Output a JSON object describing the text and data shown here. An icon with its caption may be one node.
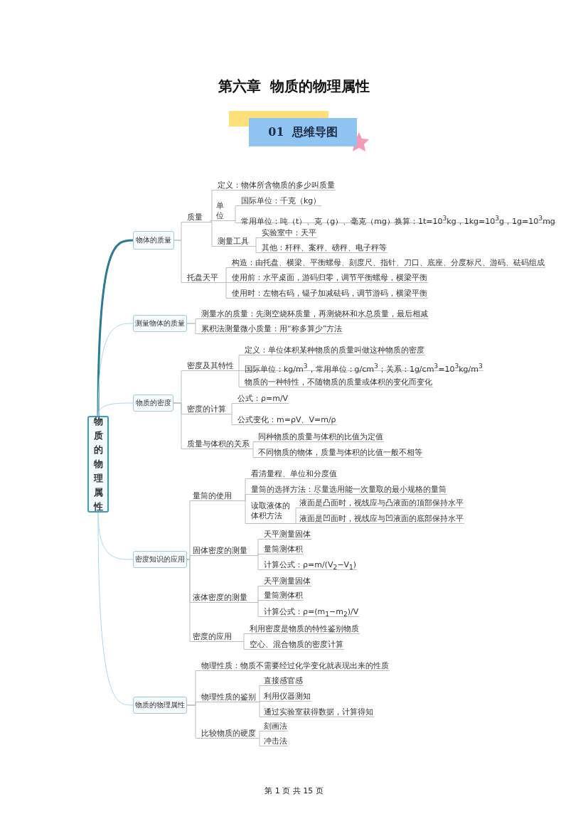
{
  "diagram": {
    "title": "第六章  物质的物理属性",
    "nodes": [
      {
        "text": [
          "01  思维导图"
        ]
      },
      {
        "text": [
          "物质的物理属性"
        ]
      },
      {
        "text": [
          "物体的质量"
        ]
      },
      {
        "text": [
          "质量"
        ]
      },
      {
        "text": [
          "定义：物体所含物质的多少叫质量"
        ]
      },
      {
        "text": [
          "单位"
        ]
      },
      {
        "text": [
          "国际单位：千克（kg）"
        ]
      },
      {
        "text": [
          "常用单位：吨（t）、克（g）、毫克（mg）换算：1t=10$^{3}$kg，1kg=10$^{3}$g，1g=10$^{3}$mg"
        ]
      },
      {
        "text": [
          "测量工具"
        ]
      },
      {
        "text": [
          "实验室中：天平"
        ]
      },
      {
        "text": [
          "其他：杆秤、案秤、磅秤、电子秤等"
        ]
      },
      {
        "text": [
          "托盘天平"
        ]
      },
      {
        "text": [
          "构造：由托盘、横梁、平衡螺母、刻度尺、指针、刀口、底座、分度标尺、游码、砝码组成"
        ]
      },
      {
        "text": [
          "使用前：水平桌面，游码归零，调节平衡螺母，横梁平衡"
        ]
      },
      {
        "text": [
          "使用时：左物右码，镊子加减砝码，调节游码，横梁平衡"
        ]
      },
      {
        "text": [
          "测量物体的质量"
        ]
      },
      {
        "text": [
          "测量水的质量：先测空烧杯质量，再测烧杯和水总质量，最后相减"
        ]
      },
      {
        "text": [
          "累积法测量微小质量：用“称多算少”方法"
        ]
      },
      {
        "text": [
          "物质的密度"
        ]
      },
      {
        "text": [
          "密度及其特性"
        ]
      },
      {
        "text": [
          "定义：单位体积某种物质的质量叫做这种物质的密度"
        ]
      },
      {
        "text": [
          "国际单位：kg/m$^{3}$，常用单位：g/cm$^{3}$；关系：1g/cm$^{3}$=10$^{3}$kg/m$^{3}$"
        ]
      },
      {
        "text": [
          "物质的一种特性，不随物质的质量或体积的变化而变化"
        ]
      },
      {
        "text": [
          "密度的计算"
        ]
      },
      {
        "text": [
          "公式：ρ=m/V"
        ]
      },
      {
        "text": [
          "公式变化：m=ρV、V=m/ρ"
        ]
      },
      {
        "text": [
          "质量与体积的关系"
        ]
      },
      {
        "text": [
          "同种物质的质量与体积的比值为定值"
        ]
      },
      {
        "text": [
          "不同物质的物体，质量与体积的比值一般不相等"
        ]
      },
      {
        "text": [
          "密度知识的应用"
        ]
      },
      {
        "text": [
          "量筒的使用"
        ]
      },
      {
        "text": [
          "看清量程、单位和分度值"
        ]
      },
      {
        "text": [
          "量筒的选择方法：尽量选用能一次量取的最小规格的量筒"
        ]
      },
      {
        "text": [
          "读取液体的体积方法"
        ]
      },
      {
        "text": [
          "液面是凸面时，视线应与凸液面的顶部保持水平"
        ]
      },
      {
        "text": [
          "液面是凹面时，视线应与凹液面的底部保持水平"
        ]
      },
      {
        "text": [
          "固体密度的测量"
        ]
      },
      {
        "text": [
          "天平测量固体"
        ]
      },
      {
        "text": [
          "量筒测体积"
        ]
      },
      {
        "text": [
          "计算公式：ρ=m/(V$_{2}$−V$_{1}$)"
        ]
      },
      {
        "text": [
          "液体密度的测量"
        ]
      },
      {
        "text": [
          "天平测量固体"
        ]
      },
      {
        "text": [
          "量筒测体积"
        ]
      },
      {
        "text": [
          "计算公式：ρ=(m$_{1}$−m$_{2}$)/V"
        ]
      },
      {
        "text": [
          "密度的应用"
        ]
      },
      {
        "text": [
          "利用密度是物质的特性鉴别物质"
        ]
      },
      {
        "text": [
          "空心、混合物质的密度计算"
        ]
      },
      {
        "text": [
          "物质的物理属性"
        ]
      },
      {
        "text": [
          "物理性质：物质不需要经过化学变化就表现出来的性质"
        ]
      },
      {
        "text": [
          "物理性质的鉴别"
        ]
      },
      {
        "text": [
          "直接感官感"
        ]
      },
      {
        "text": [
          "利用仪器测知"
        ]
      },
      {
        "text": [
          "通过实验室获得数据，计算得知"
        ]
      },
      {
        "text": [
          "比较物质的硬度"
        ]
      },
      {
        "text": [
          "刻画法"
        ]
      },
      {
        "text": [
          "冲击法"
        ]
      }
    ],
    "edges": [
      {
        "from": 1,
        "to": 2,
        "arrow": "none",
        "style": "thick",
        "color": "#2b7a99"
      },
      {
        "from": 2,
        "to": 3,
        "arrow": "none"
      },
      {
        "from": 3,
        "to": 4,
        "arrow": "none"
      },
      {
        "from": 3,
        "to": 5,
        "arrow": "none"
      },
      {
        "from": 5,
        "to": 6,
        "arrow": "none"
      },
      {
        "from": 5,
        "to": 7,
        "arrow": "none"
      },
      {
        "from": 3,
        "to": 8,
        "arrow": "none"
      },
      {
        "from": 8,
        "to": 9,
        "arrow": "none"
      },
      {
        "from": 8,
        "to": 10,
        "arrow": "none"
      },
      {
        "from": 2,
        "to": 11,
        "arrow": "none"
      },
      {
        "from": 11,
        "to": 12,
        "arrow": "none"
      },
      {
        "from": 11,
        "to": 13,
        "arrow": "none"
      },
      {
        "from": 11,
        "to": 14,
        "arrow": "none"
      },
      {
        "from": 1,
        "to": 15,
        "arrow": "none",
        "color": "#a9d8f0"
      },
      {
        "from": 15,
        "to": 16,
        "arrow": "none"
      },
      {
        "from": 15,
        "to": 17,
        "arrow": "none"
      },
      {
        "from": 1,
        "to": 18,
        "arrow": "none",
        "color": "#a9d8f0"
      },
      {
        "from": 18,
        "to": 19,
        "arrow": "none"
      },
      {
        "from": 19,
        "to": 20,
        "arrow": "none"
      },
      {
        "from": 19,
        "to": 21,
        "arrow": "none"
      },
      {
        "from": 19,
        "to": 22,
        "arrow": "none"
      },
      {
        "from": 18,
        "to": 23,
        "arrow": "none"
      },
      {
        "from": 23,
        "to": 24,
        "arrow": "none"
      },
      {
        "from": 23,
        "to": 25,
        "arrow": "none"
      },
      {
        "from": 18,
        "to": 26,
        "arrow": "none"
      },
      {
        "from": 26,
        "to": 27,
        "arrow": "none"
      },
      {
        "from": 26,
        "to": 28,
        "arrow": "none"
      },
      {
        "from": 1,
        "to": 29,
        "arrow": "none",
        "color": "#a9d8f0"
      },
      {
        "from": 29,
        "to": 30,
        "arrow": "none"
      },
      {
        "from": 30,
        "to": 31,
        "arrow": "none"
      },
      {
        "from": 30,
        "to": 32,
        "arrow": "none"
      },
      {
        "from": 30,
        "to": 33,
        "arrow": "none"
      },
      {
        "from": 33,
        "to": 34,
        "arrow": "none"
      },
      {
        "from": 33,
        "to": 35,
        "arrow": "none"
      },
      {
        "from": 29,
        "to": 36,
        "arrow": "none"
      },
      {
        "from": 36,
        "to": 37,
        "arrow": "none"
      },
      {
        "from": 36,
        "to": 38,
        "arrow": "none"
      },
      {
        "from": 36,
        "to": 39,
        "arrow": "none"
      },
      {
        "from": 29,
        "to": 40,
        "arrow": "none"
      },
      {
        "from": 40,
        "to": 41,
        "arrow": "none"
      },
      {
        "from": 40,
        "to": 42,
        "arrow": "none"
      },
      {
        "from": 40,
        "to": 43,
        "arrow": "none"
      },
      {
        "from": 29,
        "to": 44,
        "arrow": "none"
      },
      {
        "from": 44,
        "to": 45,
        "arrow": "none"
      },
      {
        "from": 44,
        "to": 46,
        "arrow": "none"
      },
      {
        "from": 1,
        "to": 47,
        "arrow": "none",
        "color": "#a9d8f0"
      },
      {
        "from": 47,
        "to": 48,
        "arrow": "none"
      },
      {
        "from": 47,
        "to": 49,
        "arrow": "none"
      },
      {
        "from": 49,
        "to": 50,
        "arrow": "none"
      },
      {
        "from": 49,
        "to": 51,
        "arrow": "none"
      },
      {
        "from": 49,
        "to": 52,
        "arrow": "none"
      },
      {
        "from": 47,
        "to": 53,
        "arrow": "none"
      },
      {
        "from": 53,
        "to": 54,
        "arrow": "none"
      },
      {
        "from": 53,
        "to": 55,
        "arrow": "none"
      }
    ],
    "labels": [
      "第 1 页 共 15 页"
    ]
  }
}
